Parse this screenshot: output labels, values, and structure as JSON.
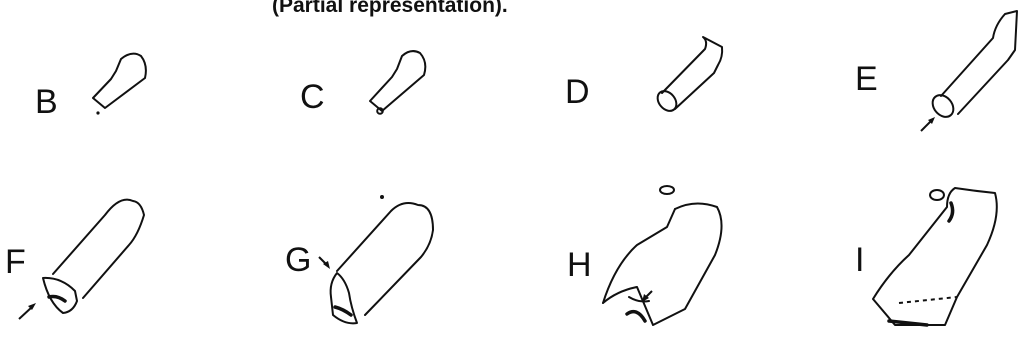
{
  "caption": "(Partial representation).",
  "panels": [
    {
      "label": "B"
    },
    {
      "label": "C"
    },
    {
      "label": "D"
    },
    {
      "label": "E"
    },
    {
      "label": "F"
    },
    {
      "label": "G"
    },
    {
      "label": "H"
    },
    {
      "label": "I"
    }
  ]
}
